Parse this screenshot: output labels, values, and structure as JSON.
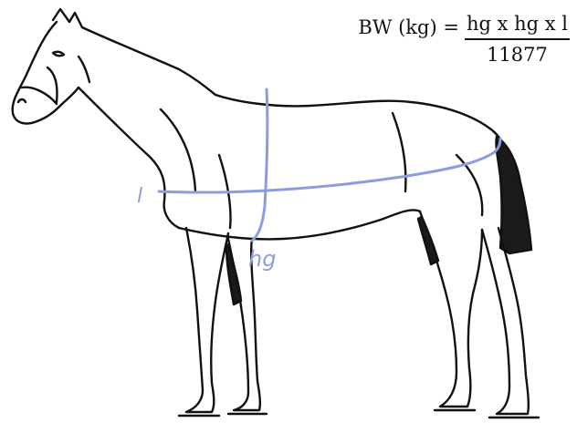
{
  "formula": {
    "lhs": "BW (kg) =",
    "numerator": "hg x hg x l",
    "denominator": "11877"
  },
  "labels": {
    "length": "l",
    "heart_girth": "hg"
  },
  "colors": {
    "measure_line": "#8c9ce0",
    "ink": "#111111",
    "background": "#ffffff"
  }
}
